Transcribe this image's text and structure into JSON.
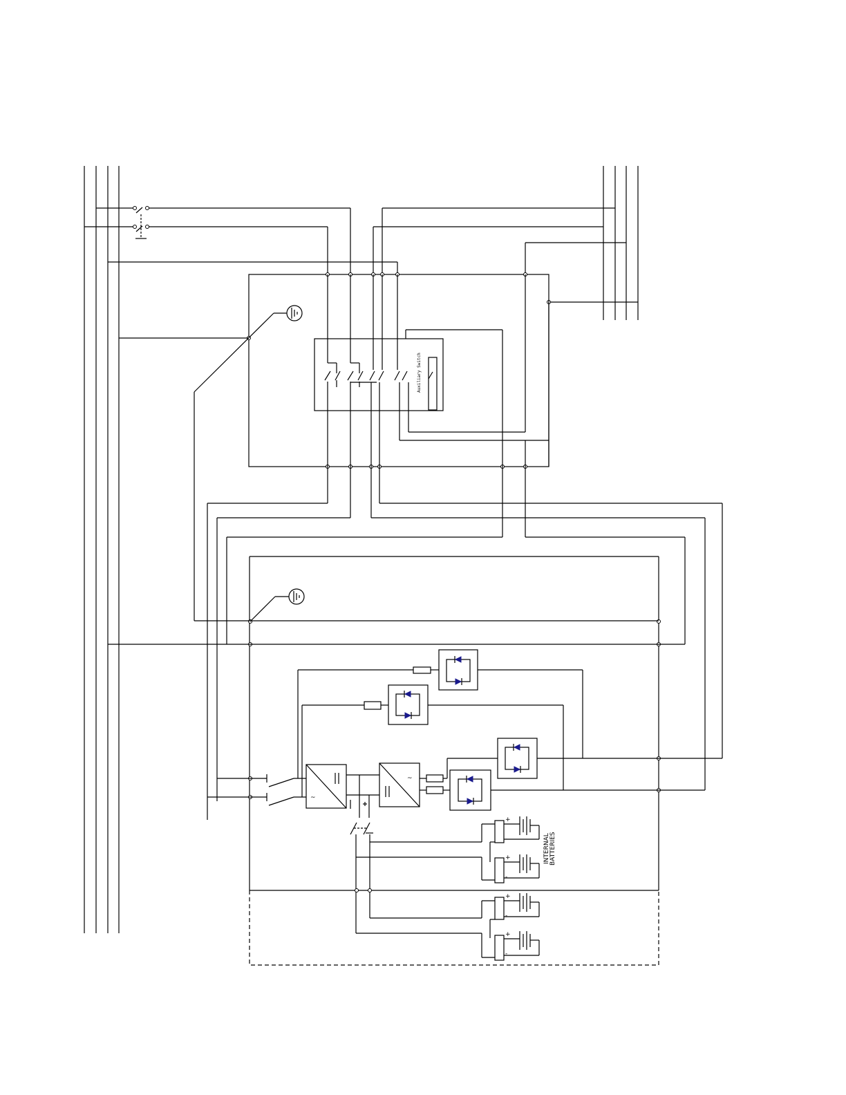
{
  "diagram": {
    "aux_switch_label": "Auxiliary Switch",
    "internal_batteries_label_1": "INTERNAL",
    "internal_batteries_label_2": "BATTERIES",
    "battery_plus": "+",
    "battery_minus": "-"
  },
  "colors": {
    "line": "#000000",
    "diode": "#1a1a8c",
    "background": "#ffffff"
  }
}
